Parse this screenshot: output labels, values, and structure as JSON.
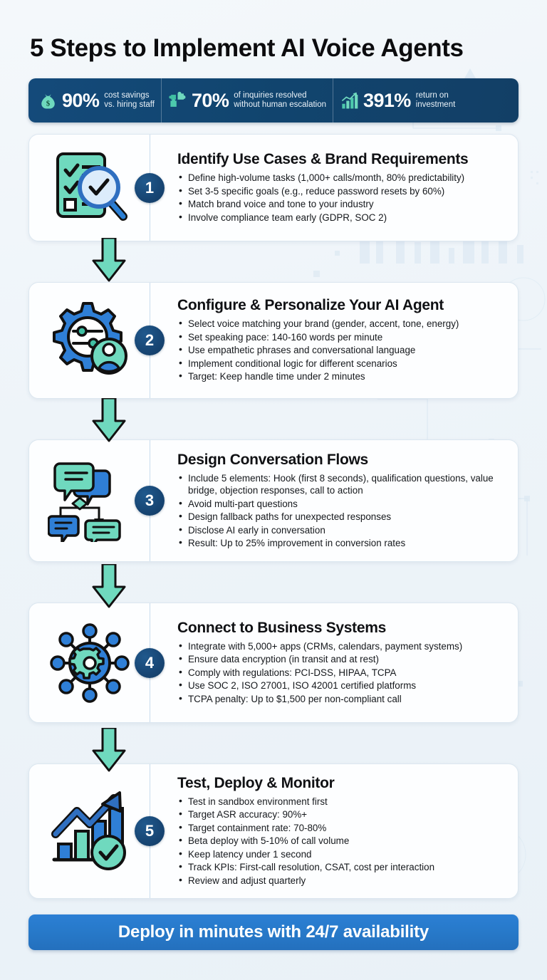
{
  "page": {
    "title": "5 Steps to Implement AI Voice Agents",
    "background_color": "#eef4f9",
    "accent_navy": "#144a7a",
    "accent_blue": "#2779c9",
    "accent_teal": "#6fd9be"
  },
  "stats": [
    {
      "icon": "money-bag-icon",
      "value": "90%",
      "label_line1": "cost savings",
      "label_line2": "vs. hiring staff"
    },
    {
      "icon": "puzzle-pieces-icon",
      "value": "70%",
      "label_line1": "of inquiries resolved",
      "label_line2": "without human escalation"
    },
    {
      "icon": "growth-bar-chart-icon",
      "value": "391%",
      "label_line1": "return on",
      "label_line2": "investment"
    }
  ],
  "steps": [
    {
      "number": "1",
      "icon": "checklist-magnifier-icon",
      "title": "Identify Use Cases & Brand Requirements",
      "points": [
        "Define high-volume tasks (1,000+ calls/month, 80% predictability)",
        "Set 3-5 specific goals (e.g., reduce password resets by 60%)",
        "Match brand voice and tone to your industry",
        "Involve compliance team early (GDPR, SOC 2)"
      ]
    },
    {
      "number": "2",
      "icon": "gear-sliders-user-icon",
      "title": "Configure & Personalize Your AI Agent",
      "points": [
        "Select voice matching your brand (gender, accent, tone, energy)",
        "Set speaking pace: 140-160 words per minute",
        "Use empathetic phrases and conversational language",
        "Implement conditional logic for different scenarios",
        "Target: Keep handle time under 2 minutes"
      ]
    },
    {
      "number": "3",
      "icon": "conversation-flow-icon",
      "title": "Design Conversation Flows",
      "points": [
        "Include 5 elements: Hook (first 8 seconds), qualification questions, value bridge, objection responses, call to action",
        "Avoid multi-part questions",
        "Design fallback paths for unexpected responses",
        "Disclose AI early in conversation",
        "Result: Up to 25% improvement in conversion rates"
      ]
    },
    {
      "number": "4",
      "icon": "integration-hub-icon",
      "title": "Connect to Business Systems",
      "points": [
        "Integrate with 5,000+ apps (CRMs, calendars, payment systems)",
        "Ensure data encryption (in transit and at rest)",
        "Comply with regulations: PCI-DSS, HIPAA, TCPA",
        "Use SOC 2, ISO 27001, ISO 42001 certified platforms",
        "TCPA penalty: Up to $1,500 per non-compliant call"
      ]
    },
    {
      "number": "5",
      "icon": "growth-chart-check-icon",
      "title": "Test, Deploy & Monitor",
      "points": [
        "Test in sandbox environment first",
        "Target ASR accuracy: 90%+",
        "Target containment rate: 70-80%",
        "Beta deploy with 5-10% of call volume",
        "Keep latency under 1 second",
        "Track KPIs: First-call resolution, CSAT, cost per interaction",
        "Review and adjust quarterly"
      ]
    }
  ],
  "cta": {
    "text": "Deploy in minutes with 24/7 availability"
  }
}
